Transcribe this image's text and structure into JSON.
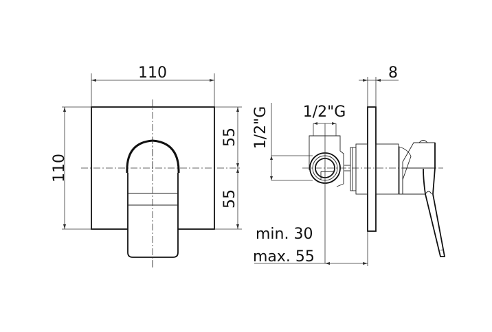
{
  "drawing": {
    "title": "Concealed shower mixer - technical drawing",
    "colors": {
      "line": "#111111",
      "background": "#ffffff"
    },
    "front_view": {
      "width_label": "110",
      "height_label": "110",
      "upper_half_label": "55",
      "lower_half_label": "55"
    },
    "side_view": {
      "plate_thickness_label": "8",
      "inlet_thread_horizontal_label": "1/2\"G",
      "inlet_thread_vertical_label": "1/2\"G",
      "depth_min_label": "min. 30",
      "depth_max_label": "max. 55"
    }
  }
}
